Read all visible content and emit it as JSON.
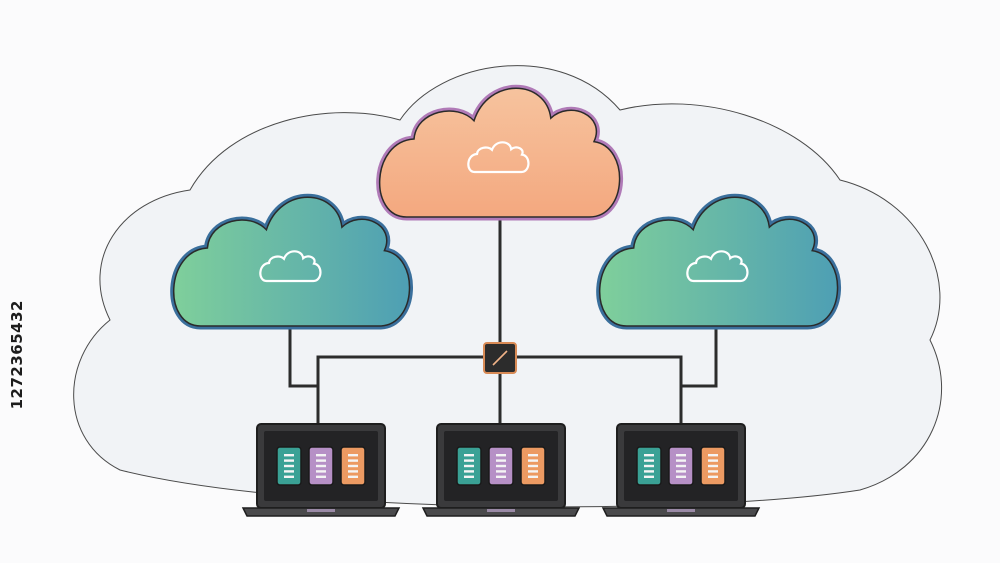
{
  "stock_id": "1272365432",
  "colors": {
    "background": "#fbfbfc",
    "blob_fill": "#f1f3f6",
    "line": "#2c2c2c",
    "cloud_orange_top": "#f6c39e",
    "cloud_orange_bottom": "#f4a87f",
    "cloud_orange_stroke": "#b07ab7",
    "cloud_green_left": "#7fcf9b",
    "cloud_green_right": "#4e9fb4",
    "cloud_green_stroke": "#3a6f9c",
    "laptop_body": "#3a3a3c",
    "laptop_screen": "#232325",
    "server_teal": "#3aa195",
    "server_purple": "#b690c6",
    "server_orange": "#ec9a62"
  },
  "diagram": {
    "clouds": [
      {
        "name": "cloud-left",
        "style": "green",
        "icon": "cloud-icon"
      },
      {
        "name": "cloud-center",
        "style": "orange",
        "icon": "cloud-icon"
      },
      {
        "name": "cloud-right",
        "style": "green",
        "icon": "cloud-icon"
      }
    ],
    "hub": {
      "name": "network-hub",
      "icon": "switch-icon"
    },
    "laptops": [
      {
        "name": "laptop-left",
        "servers": [
          "server_teal",
          "server_purple",
          "server_orange"
        ]
      },
      {
        "name": "laptop-center",
        "servers": [
          "server_teal",
          "server_purple",
          "server_orange"
        ]
      },
      {
        "name": "laptop-right",
        "servers": [
          "server_teal",
          "server_purple",
          "server_orange"
        ]
      }
    ]
  }
}
